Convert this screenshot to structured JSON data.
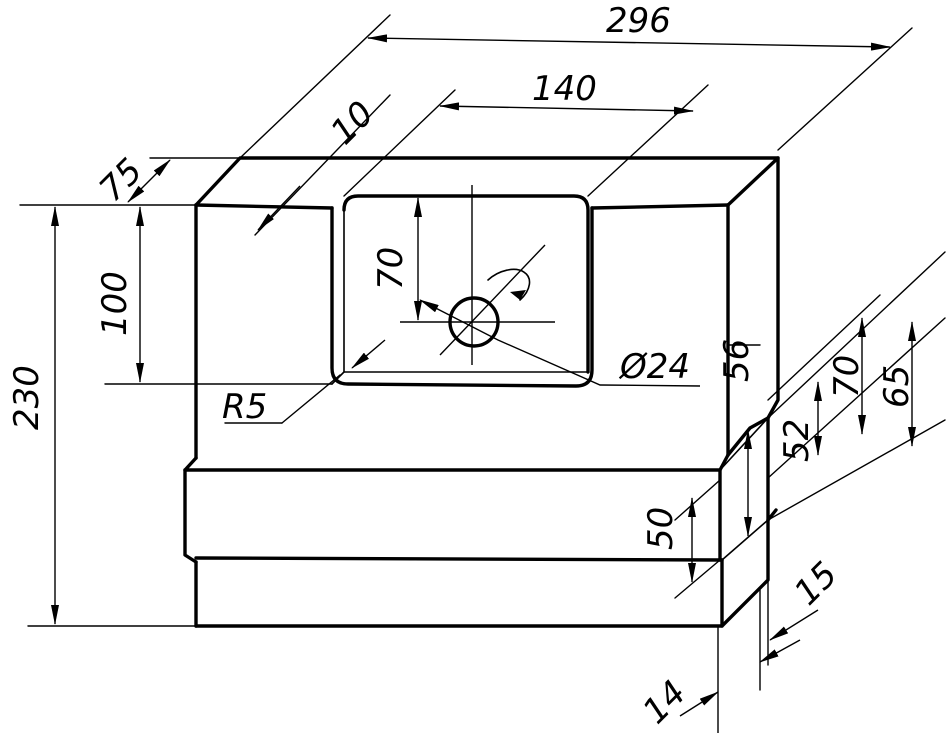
{
  "drawing": {
    "dimensions": {
      "width_296": "296",
      "width_140": "140",
      "slot_10": "10",
      "depth_75": "75",
      "height_100": "100",
      "height_230": "230",
      "pocket_70": "70",
      "radius_r5": "R5",
      "hole_d24": "Ø24",
      "step_56": "56",
      "step_70": "70",
      "step_65": "65",
      "step_52": "52",
      "step_50": "50",
      "step_15": "15",
      "step_14": "14"
    },
    "colors": {
      "stroke": "#000000",
      "background": "#ffffff"
    }
  }
}
